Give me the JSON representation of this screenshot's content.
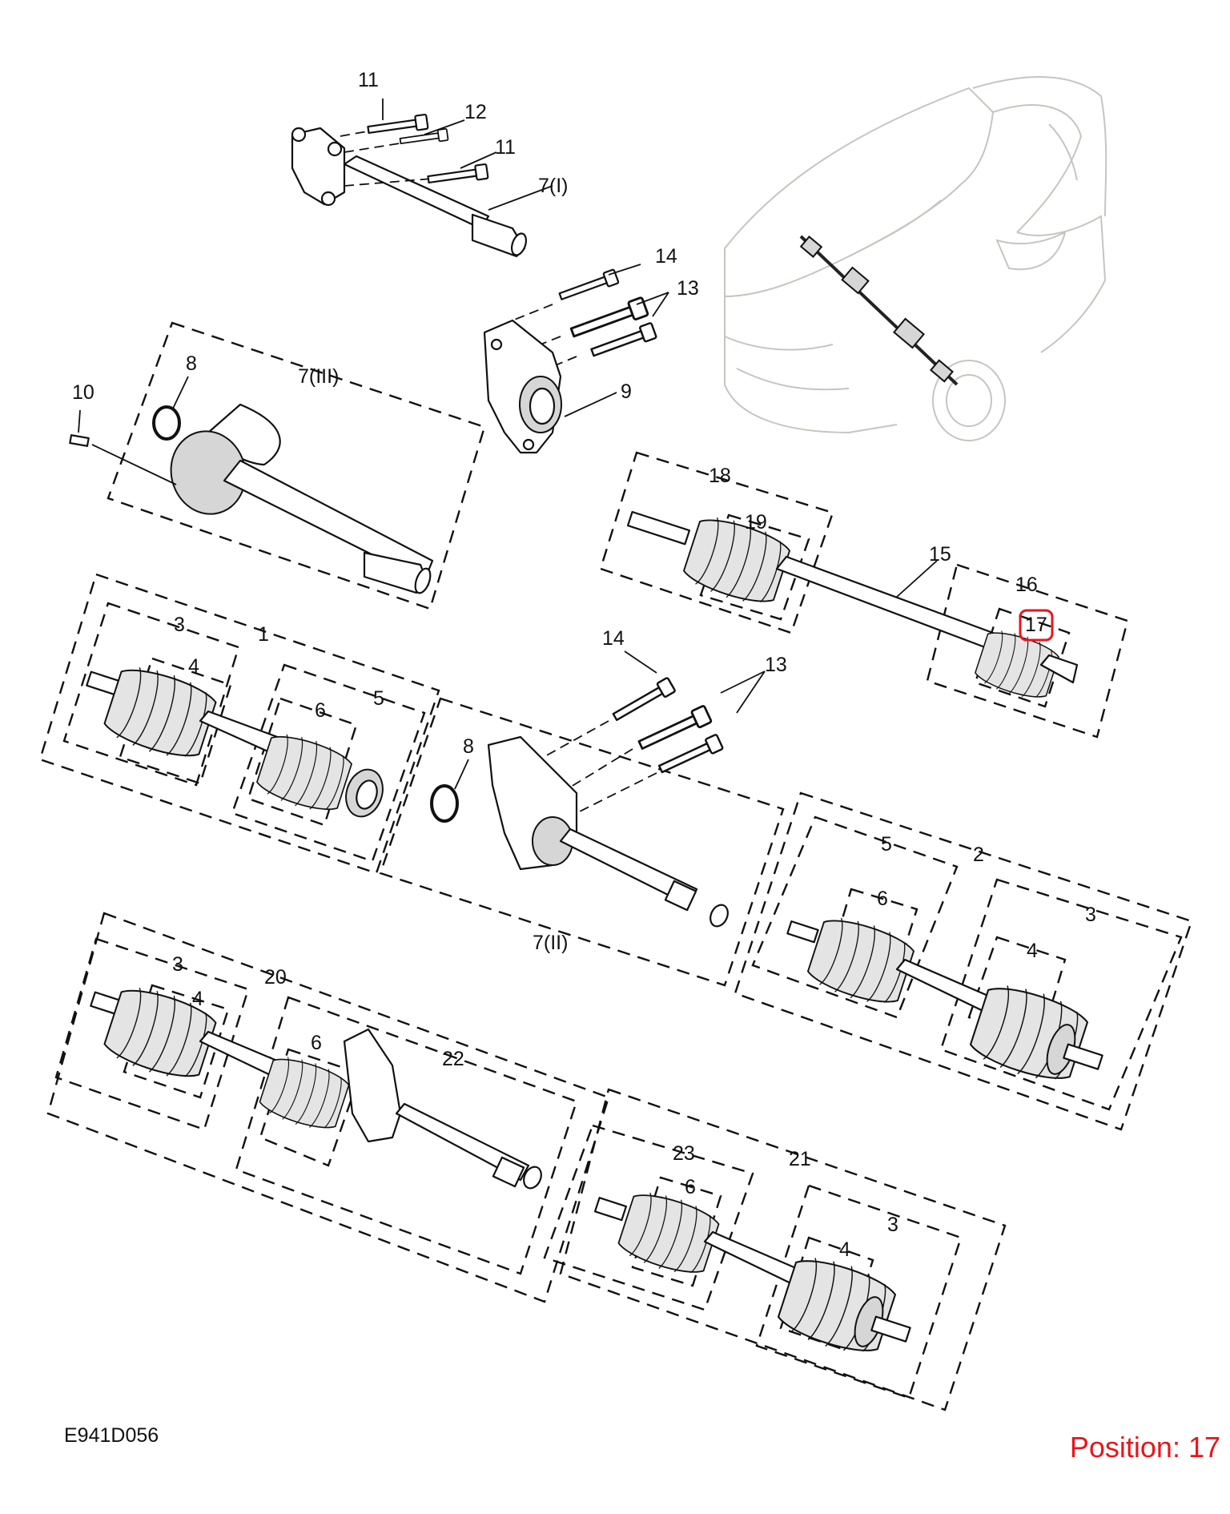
{
  "diagram": {
    "reference_code": "E941D056",
    "position_label": "Position: 17",
    "highlight_color": "#e8151b",
    "highlighted_callout": "17",
    "callouts": {
      "c11a": "11",
      "c12": "12",
      "c11b": "11",
      "c7i": "7(I)",
      "c14a": "14",
      "c13a": "13",
      "c9": "9",
      "c8a": "8",
      "c7iii": "7(III)",
      "c10": "10",
      "c18": "18",
      "c19": "19",
      "c15": "15",
      "c16": "16",
      "c17": "17",
      "c3a": "3",
      "c1": "1",
      "c4a": "4",
      "c5a": "5",
      "c6a": "6",
      "c14b": "14",
      "c13b": "13",
      "c8b": "8",
      "c7ii": "7(II)",
      "c5b": "5",
      "c2": "2",
      "c6b": "6",
      "c3b": "3",
      "c4b": "4",
      "c3c": "3",
      "c20": "20",
      "c4c": "4",
      "c6c": "6",
      "c22": "22",
      "c23": "23",
      "c21": "21",
      "c6d": "6",
      "c3d": "3",
      "c4d": "4"
    }
  }
}
